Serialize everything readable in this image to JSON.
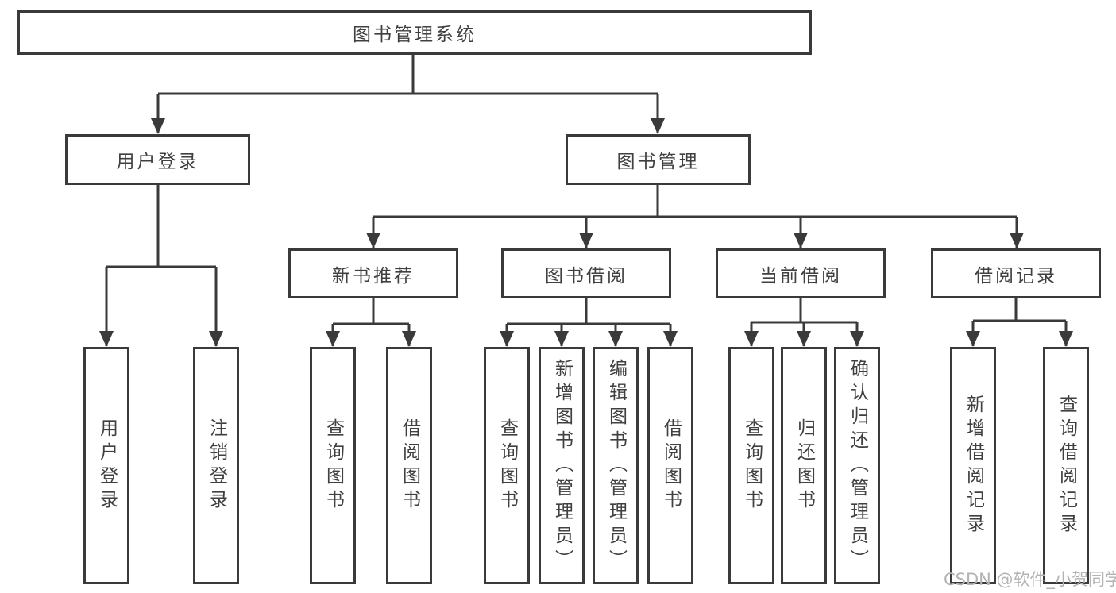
{
  "diagram": {
    "title": "图书管理系统",
    "nodes": {
      "root": {
        "label": "图书管理系统"
      },
      "user_login": {
        "label": "用户登录"
      },
      "book_management": {
        "label": "图书管理"
      },
      "new_book_recommend": {
        "label": "新书推荐"
      },
      "book_borrowing": {
        "label": "图书借阅"
      },
      "current_borrowing": {
        "label": "当前借阅"
      },
      "borrowing_records": {
        "label": "借阅记录"
      },
      "leaf_user_login": {
        "label": "用户登录"
      },
      "leaf_logout": {
        "label": "注销登录"
      },
      "leaf_query_books_recommend": {
        "label": "查询图书"
      },
      "leaf_borrow_books_recommend": {
        "label": "借阅图书"
      },
      "leaf_query_books_borrowing": {
        "label": "查询图书"
      },
      "leaf_add_books_admin": {
        "label": "新增图书（管理员）"
      },
      "leaf_edit_books_admin": {
        "label": "编辑图书（管理员）"
      },
      "leaf_borrow_books_borrowing": {
        "label": "借阅图书"
      },
      "leaf_query_books_current": {
        "label": "查询图书"
      },
      "leaf_return_books": {
        "label": "归还图书"
      },
      "leaf_confirm_return_admin": {
        "label": "确认归还（管理员）"
      },
      "leaf_add_borrow_record": {
        "label": "新增借阅记录"
      },
      "leaf_query_borrow_record": {
        "label": "查询借阅记录"
      }
    },
    "colors": {
      "line": "#3a3a3a",
      "text": "#404040",
      "background": "#ffffff",
      "watermark": "#b3b3b3"
    }
  },
  "watermark": {
    "text": "CSDN @软件_小贺同学"
  }
}
